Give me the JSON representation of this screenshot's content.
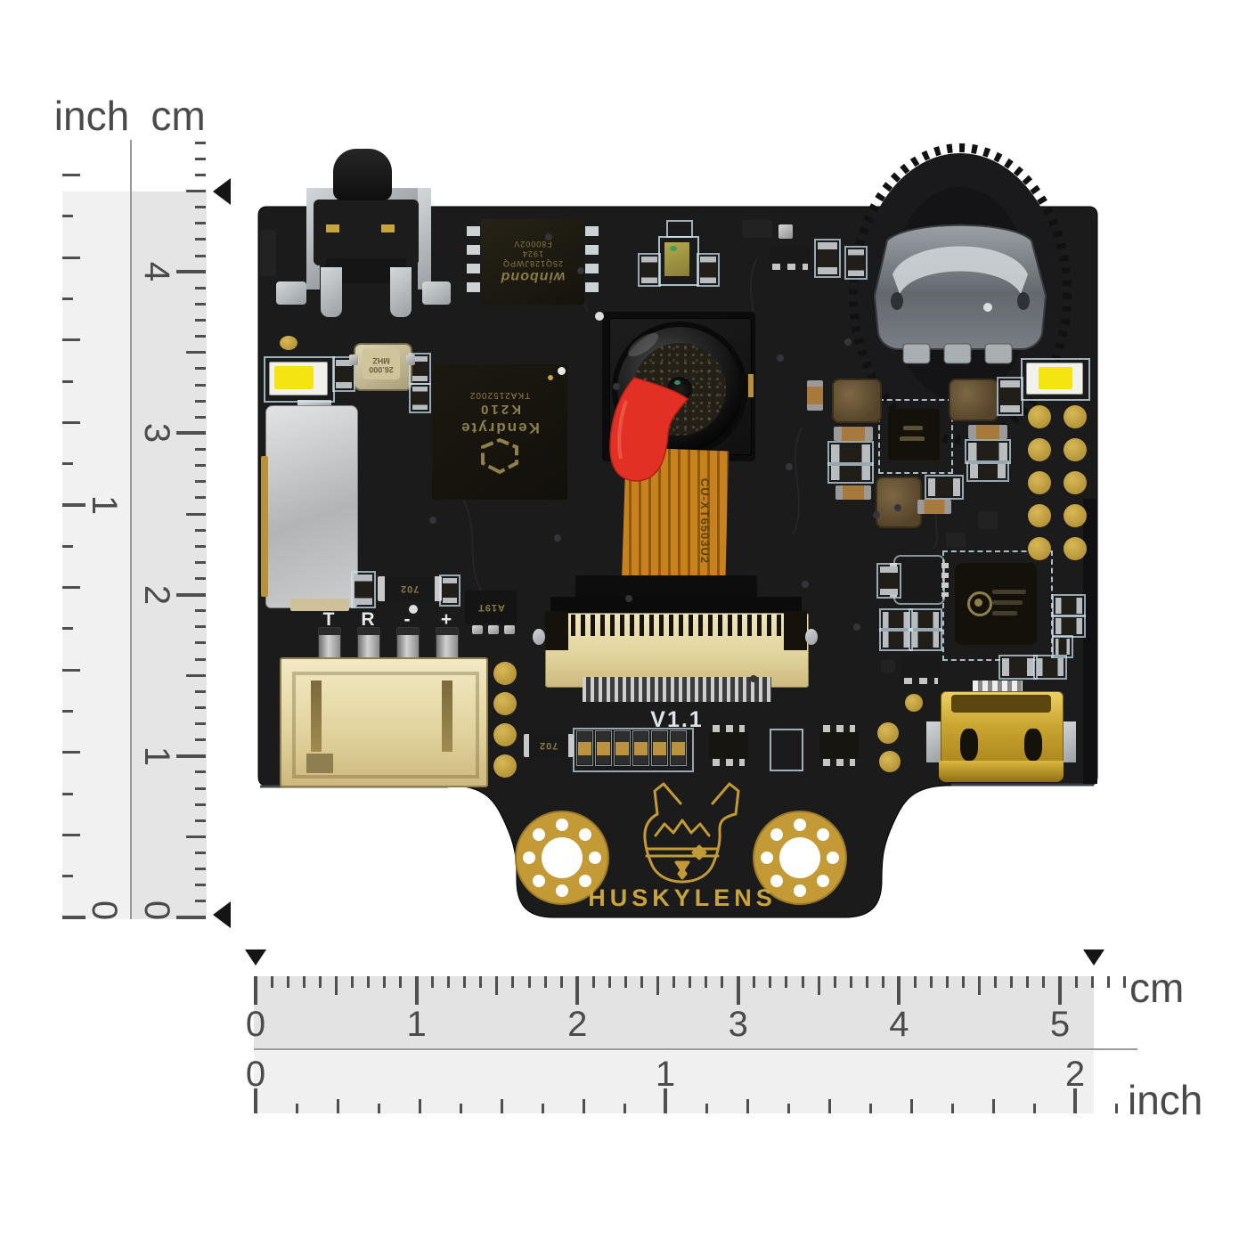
{
  "image_type": "product-photo of HUSKYLENS AI camera PCB with measurement rulers",
  "rulers": {
    "vertical": {
      "inch_header": "inch",
      "cm_header": "cm",
      "cm_numbers": [
        "0",
        "1",
        "2",
        "3",
        "4"
      ],
      "inch_numbers": [
        "0",
        "1"
      ]
    },
    "horizontal": {
      "cm_numbers": [
        "0",
        "1",
        "2",
        "3",
        "4",
        "5"
      ],
      "inch_numbers": [
        "0",
        "1",
        "2"
      ],
      "cm_label": "cm",
      "inch_label": "inch"
    }
  },
  "board": {
    "silkscreen_version": "V1.1",
    "port_labels": [
      "T",
      "R",
      "-",
      "+"
    ],
    "logo_text": "HUSKYLENS",
    "main_chip": {
      "brand": "Kendryte",
      "model": "K210",
      "marking": "TKA2152002"
    },
    "flash_chip": {
      "brand": "winbond",
      "model": "25Q128JWPQ",
      "date_code": "1924",
      "marking": "F80002V"
    },
    "crystal": {
      "frequency": "26.000",
      "unit": "MHZ"
    },
    "camera_ribbon_marking": "CU-XT6503U2",
    "transistor_marking": "A19T",
    "component_marking_702": "702"
  },
  "colors": {
    "board_black": "#1b1b1b",
    "silk_gold": "#c9a43c",
    "led_yellow": "#f4e412",
    "lens_tab_red": "#e33024",
    "ribbon_orange": "#c8821d",
    "connector_beige": "#e9dcb2",
    "ruler_band_dark": "#e3e3e3",
    "ruler_band_light": "#f0f0f0"
  }
}
